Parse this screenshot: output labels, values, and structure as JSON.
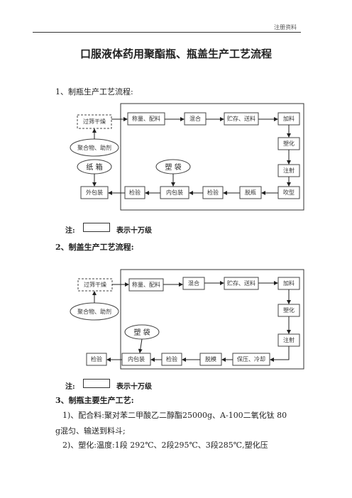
{
  "header": {
    "tag": "注册资料"
  },
  "title": "口服液体药用聚酯瓶、瓶盖生产工艺流程",
  "section1": {
    "heading": "1、制瓶生产工艺流程:",
    "nodes": {
      "filter": "过筛干燥",
      "weigh": "称量、配料",
      "mix": "混合",
      "store": "贮存、送料",
      "feed": "加料",
      "polymer": "聚合物、助剂",
      "plastify": "塑化",
      "carton": "纸 箱",
      "bag": "塑 袋",
      "inject": "注射",
      "outer": "外包装",
      "inspect1": "检验",
      "inner": "内包装",
      "inspect2": "检验",
      "demold": "脱瓶",
      "blow": "吹型"
    },
    "note_label": "注:",
    "note_text": "表示十万级"
  },
  "section2": {
    "heading": "2、制盖生产工艺流程:",
    "nodes": {
      "filter": "过筛干燥",
      "weigh": "称量、配料",
      "mix": "混合",
      "store": "贮存、送料",
      "feed": "加料",
      "polymer": "聚合物、助剂",
      "plastify": "塑化",
      "bag": "塑 袋",
      "inject": "注射",
      "inspect1": "检验",
      "inner": "内包装",
      "inspect2": "检验",
      "demold": "脱模",
      "cool": "保压、冷却"
    },
    "note_label": "注:",
    "note_text": "表示十万级"
  },
  "section3": {
    "heading": "3、制瓶主要生产工艺:",
    "p1_line1": "1)、配合料:聚对苯二甲酸乙二醇酯25000g、A-100二氧化钛 80",
    "p1_line2": "g混匀、输送到料斗;",
    "p2_line1": "2)、塑化:温度:1段 292℃、2段295℃、3段285℃,塑化压"
  }
}
